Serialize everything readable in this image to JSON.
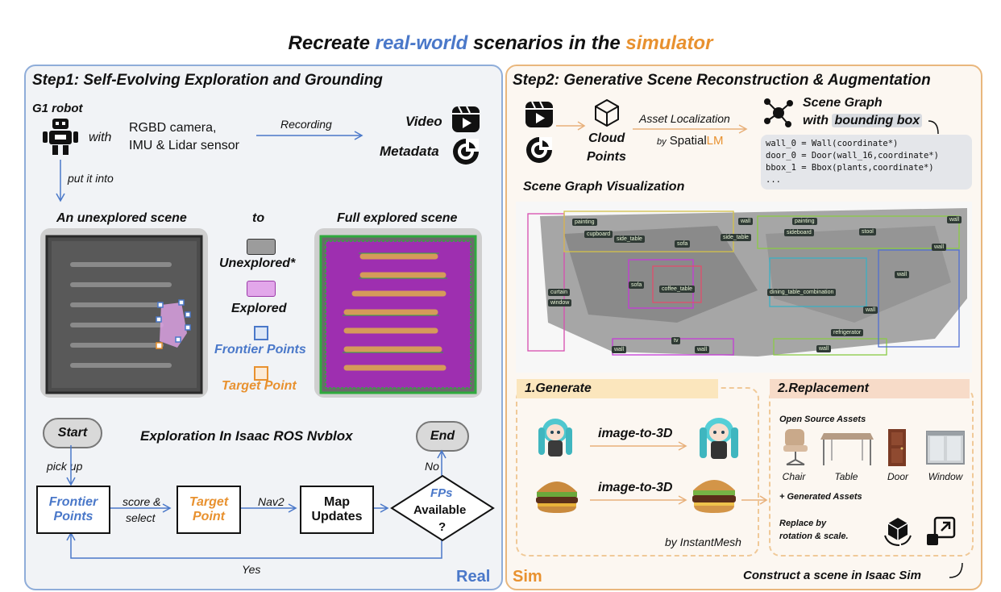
{
  "title": {
    "part1": "Recreate ",
    "part2": "real-world",
    "part3": " scenarios in the ",
    "part4": "simulator"
  },
  "left": {
    "step_title": "Step1: Self-Evolving Exploration and Grounding",
    "robot_label": "G1 robot",
    "with": "with",
    "sensors_line1": "RGBD camera,",
    "sensors_line2": "IMU & Lidar sensor",
    "recording": "Recording",
    "video": "Video",
    "metadata": "Metadata",
    "put_into": "put it into",
    "unexplored_scene": "An unexplored scene",
    "to": "to",
    "full_scene": "Full explored scene",
    "legend": {
      "unexplored": "Unexplored*",
      "explored": "Explored",
      "frontier": "Frontier Points",
      "target": "Target Point"
    },
    "flow": {
      "start": "Start",
      "heading": "Exploration In Isaac ROS Nvblox",
      "end": "End",
      "pick_up": "pick  up",
      "no": "No",
      "frontier_line1": "Frontier",
      "frontier_line2": "Points",
      "score_line1": "score &",
      "score_line2": "select",
      "target_line1": "Target",
      "target_line2": "Point",
      "nav2": "Nav2",
      "map_line1": "Map",
      "map_line2": "Updates",
      "fps_line1": "FPs",
      "fps_line2": "Available",
      "fps_line3": "?",
      "yes": "Yes"
    },
    "corner": "Real"
  },
  "right": {
    "step_title": "Step2: Generative Scene Reconstruction & Augmentation",
    "cloud_line1": "Cloud",
    "cloud_line2": "Points",
    "asset_loc": "Asset Localization",
    "by": "by",
    "spatial_a": "Spatial",
    "spatial_b": "LM",
    "sg_line1": "Scene Graph",
    "sg_line2a": "with ",
    "sg_line2b": "bounding box",
    "code": [
      "wall_0 = Wall(coordinate*)",
      "door_0 = Door(wall_16,coordinate*)",
      "bbox_1 = Bbox(plants,coordinate*)",
      "..."
    ],
    "sg_vis": "Scene Graph Visualization",
    "scene_tags": [
      "painting",
      "cupboard",
      "side_table",
      "sofa",
      "side_table",
      "wall",
      "painting",
      "sideboard",
      "stool",
      "wall",
      "wall",
      "curtain",
      "window",
      "sofa",
      "coffee_table",
      "dining_table_combination",
      "wall",
      "refrigerator",
      "wall",
      "wall",
      "tv",
      "wall",
      "wall"
    ],
    "generate": {
      "header": "1.Generate",
      "i2d_1": "image-to-3D",
      "i2d_2": "image-to-3D",
      "by": "by InstantMesh"
    },
    "replacement": {
      "header": "2.Replacement",
      "open_source": "Open Source Assets",
      "assets": [
        "Chair",
        "Table",
        "Door",
        "Window"
      ],
      "generated": "+ Generated Assets",
      "replace_line1": "Replace by",
      "replace_line2": "rotation & scale."
    },
    "construct": "Construct a scene in Isaac Sim",
    "corner": "Sim"
  },
  "colors": {
    "blue": "#4a78c9",
    "orange": "#e8912f",
    "purple": "#c43bd6",
    "green": "#2faa3e"
  },
  "icons": [
    "robot-icon",
    "video-icon",
    "metadata-icon",
    "cloud-icon",
    "graph-icon",
    "cube-rotate-icon",
    "resize-icon"
  ]
}
